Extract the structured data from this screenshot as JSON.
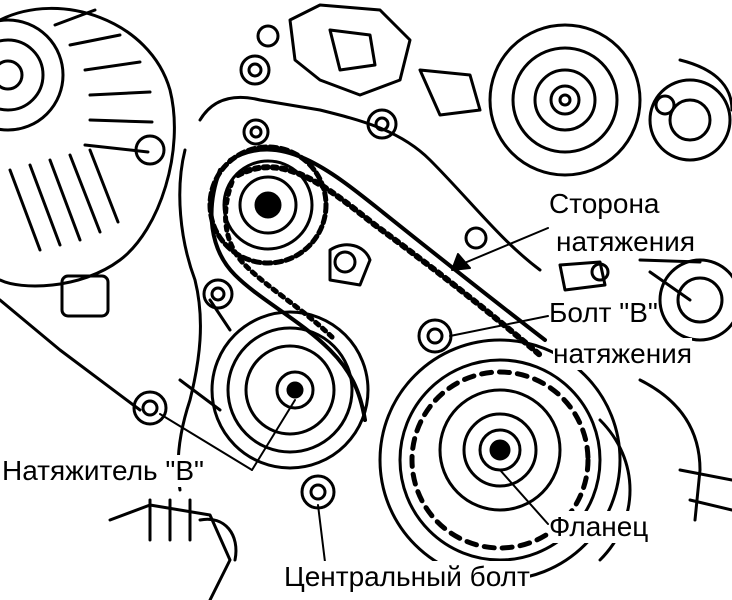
{
  "labels": {
    "tension_side_line1": "Сторона",
    "tension_side_line2": "натяжения",
    "bolt_b_line1": "Болт \"В\"",
    "bolt_b_line2": "натяжения",
    "tensioner_b": "Натяжитель \"В\"",
    "flange": "Фланец",
    "center_bolt": "Центральный болт"
  },
  "colors": {
    "ink": "#000000",
    "paper": "#ffffff"
  }
}
